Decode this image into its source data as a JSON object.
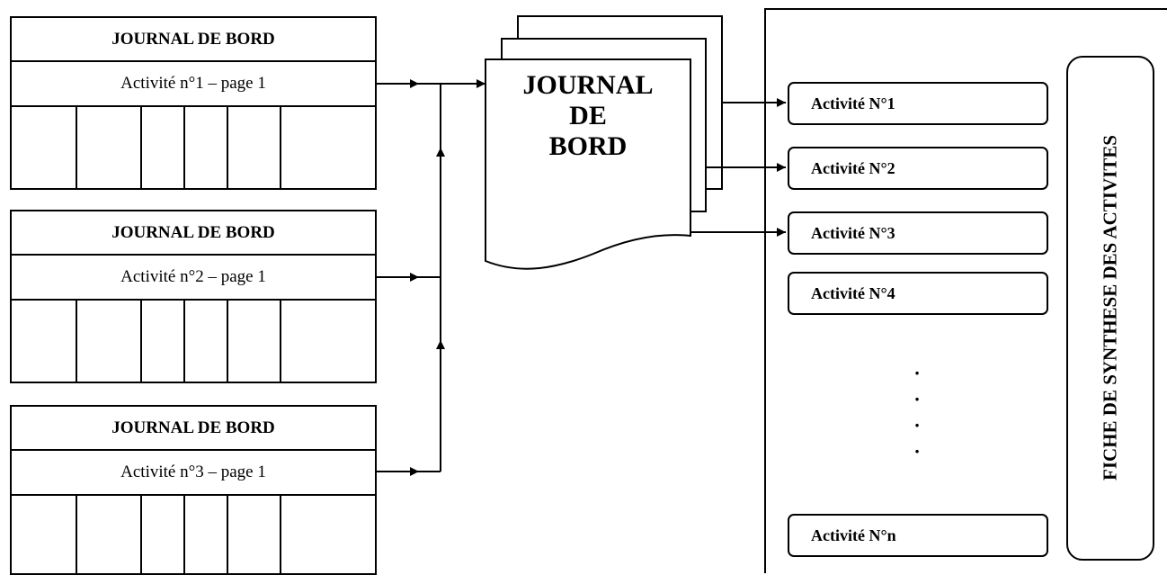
{
  "journals": [
    {
      "title": "JOURNAL DE BORD",
      "subtitle": "Activité n°1 – page 1"
    },
    {
      "title": "JOURNAL DE BORD",
      "subtitle": "Activité n°2 – page 1"
    },
    {
      "title": "JOURNAL DE BORD",
      "subtitle": "Activité n°3 – page 1"
    }
  ],
  "document": {
    "title_lines": [
      "JOURNAL",
      "DE",
      "BORD"
    ]
  },
  "synthesis": {
    "title": "FICHE DE SYNTHESE DES ACTIVITES",
    "activities": [
      "Activité N°1",
      "Activité N°2",
      "Activité N°3",
      "Activité N°4",
      "Activité N°n"
    ],
    "ellipsis": [
      "·",
      "·",
      "·",
      "·"
    ]
  }
}
